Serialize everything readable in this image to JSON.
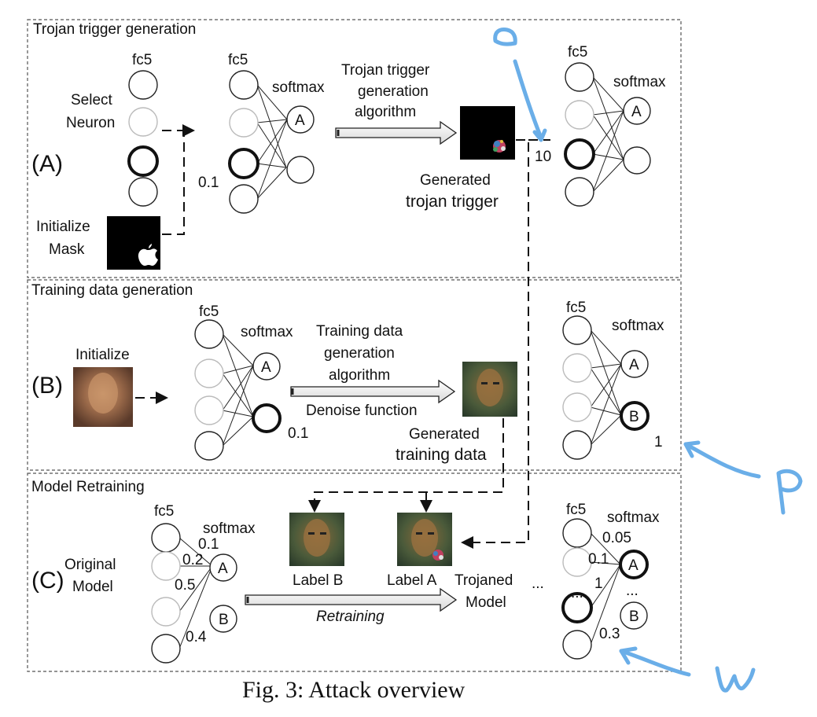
{
  "panels": {
    "a": {
      "title": "Trojan trigger generation",
      "section_label": "(A)",
      "fc5_left": "fc5",
      "select_neuron_1": "Select",
      "select_neuron_2": "Neuron",
      "init_mask_1": "Initialize",
      "init_mask_2": "Mask",
      "fc5_mid": "fc5",
      "softmax_mid": "softmax",
      "value_mid": "0.1",
      "node_a": "A",
      "algo_1": "Trojan trigger",
      "algo_2": "generation",
      "algo_3": "algorithm",
      "gen_1": "Generated",
      "gen_2": "trojan trigger",
      "value_right": "10",
      "fc5_right": "fc5",
      "softmax_right": "softmax",
      "node_a_right": "A"
    },
    "b": {
      "title": "Training data generation",
      "section_label": "(B)",
      "initialize": "Initialize",
      "fc5_mid": "fc5",
      "softmax_mid": "softmax",
      "node_a": "A",
      "value_mid": "0.1",
      "algo_1": "Training data",
      "algo_2": "generation",
      "algo_3": "algorithm",
      "denoise": "Denoise function",
      "gen_1": "Generated",
      "gen_2": "training data",
      "fc5_right": "fc5",
      "softmax_right": "softmax",
      "node_a_right": "A",
      "node_b_right": "B",
      "value_right": "1"
    },
    "c": {
      "title": "Model Retraining",
      "section_label": "(C)",
      "original_1": "Original",
      "original_2": "Model",
      "fc5_left": "fc5",
      "softmax_left": "softmax",
      "w1": "0.1",
      "w2": "0.2",
      "w3": "0.5",
      "w4": "0.4",
      "node_a": "A",
      "node_b": "B",
      "label_b": "Label B",
      "label_a": "Label A",
      "retraining": "Retraining",
      "trojaned_1": "Trojaned",
      "trojaned_2": "Model",
      "ellipsis": "...",
      "fc5_right": "fc5",
      "softmax_right": "softmax",
      "rw1": "0.05",
      "rw2": "0.1",
      "rw3": "1",
      "rw4": "0.3",
      "dots_left": "...",
      "dots_right": "...",
      "node_a_right": "A",
      "node_b_right": "B"
    }
  },
  "caption": "Fig. 3: Attack overview",
  "scribbles": [
    "a",
    "p",
    "w"
  ],
  "colors": {
    "scribble": "#6aaee8",
    "apple": "#ffffff",
    "face": "#9b6a4a"
  }
}
